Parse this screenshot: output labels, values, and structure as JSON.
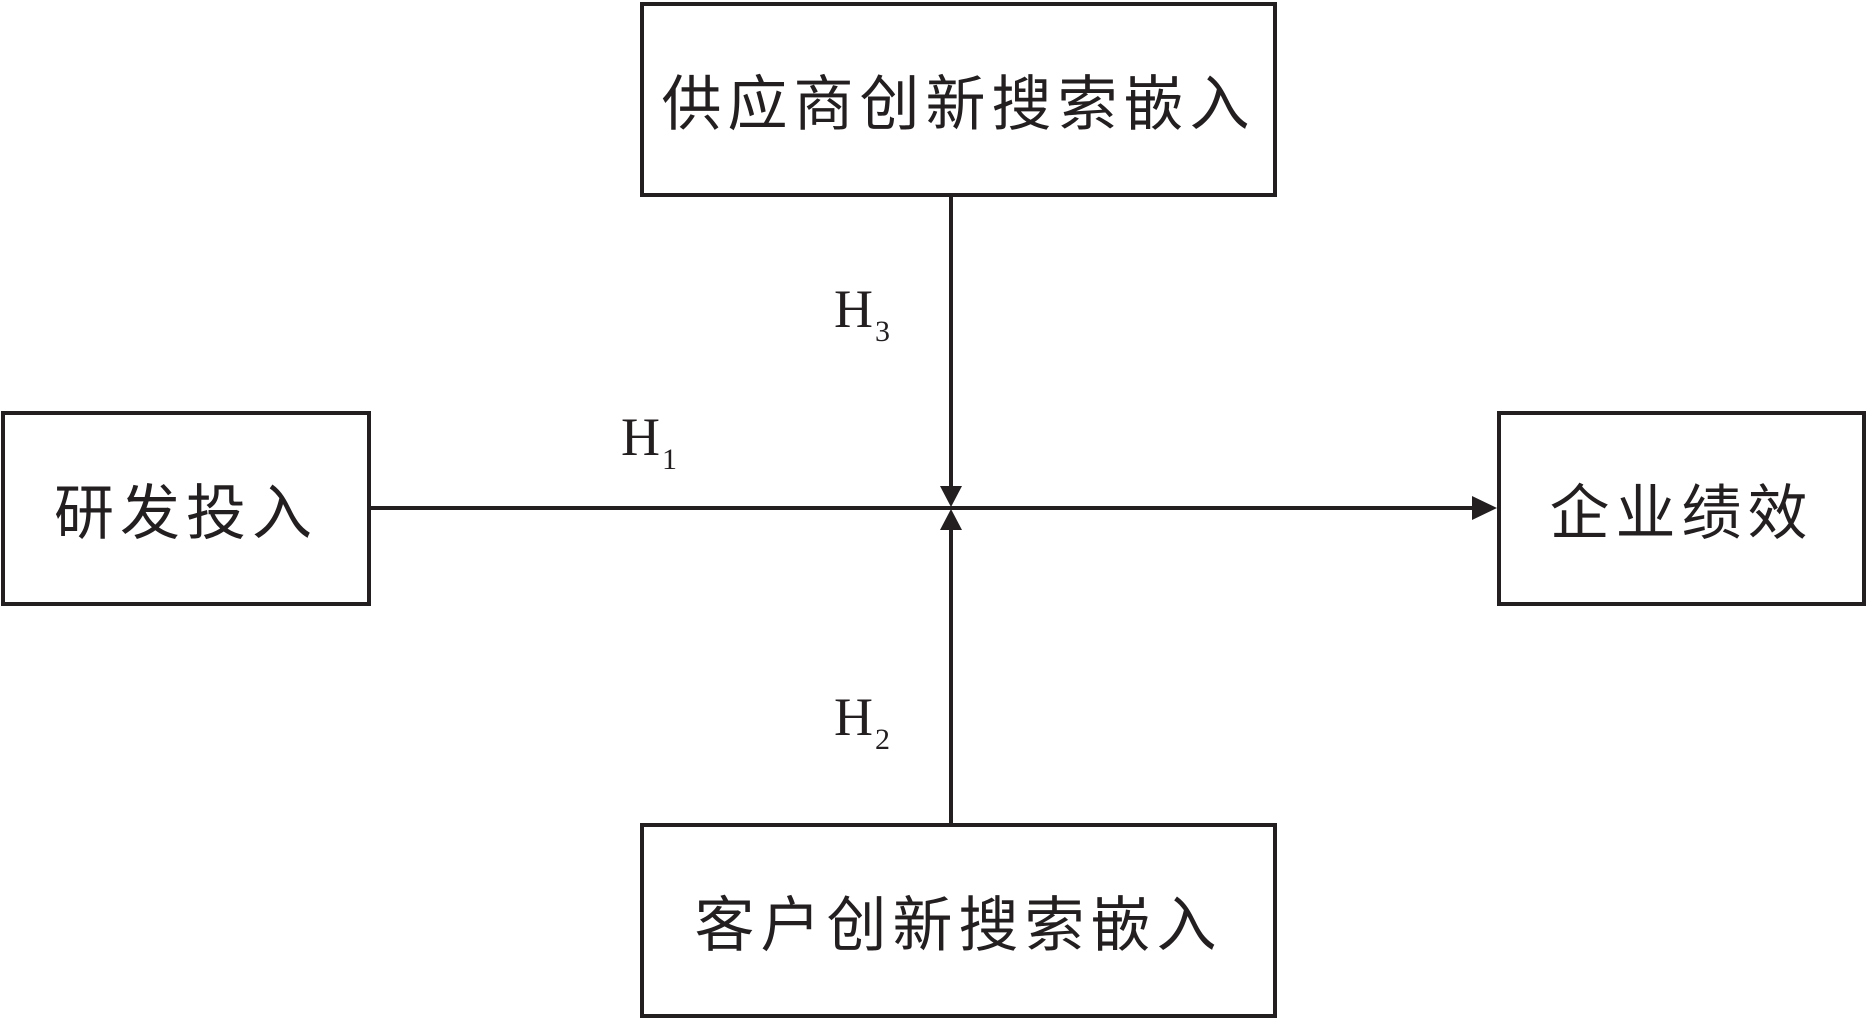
{
  "diagram": {
    "nodes": {
      "supplier": "供应商创新搜索嵌入",
      "rd": "研发投入",
      "performance": "企业绩效",
      "customer": "客户创新搜索嵌入"
    },
    "hypotheses": {
      "h1": {
        "main": "H",
        "sub": "1"
      },
      "h2": {
        "main": "H",
        "sub": "2"
      },
      "h3": {
        "main": "H",
        "sub": "3"
      }
    },
    "edges": [
      {
        "from": "研发投入",
        "to": "企业绩效",
        "label": "H1"
      },
      {
        "from": "供应商创新搜索嵌入",
        "to": "研发投入→企业绩效",
        "label": "H3"
      },
      {
        "from": "客户创新搜索嵌入",
        "to": "研发投入→企业绩效",
        "label": "H2"
      }
    ],
    "colors": {
      "line": "#231f20",
      "background": "#ffffff"
    }
  }
}
